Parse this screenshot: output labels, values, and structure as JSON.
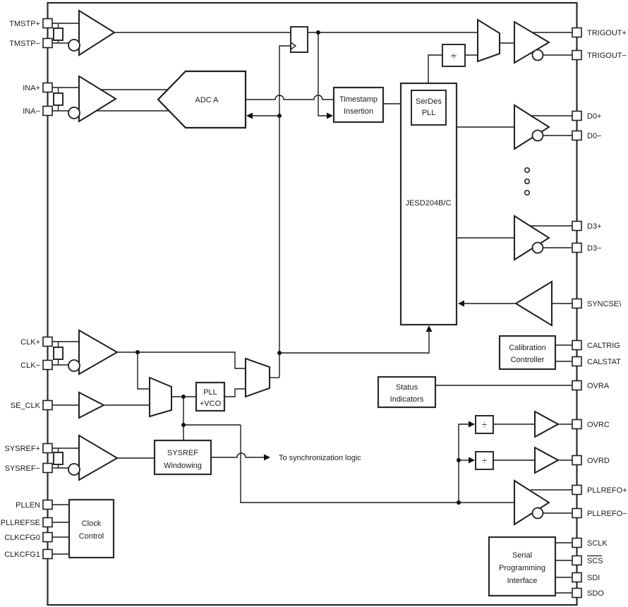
{
  "figure": {
    "background": "#ffffff",
    "line_color": "#1a1a1a",
    "type": "functional-block-diagram"
  },
  "pins": {
    "left": [
      {
        "label": "TMSTP+"
      },
      {
        "label": "TMSTP−"
      },
      {
        "label": "INA+"
      },
      {
        "label": "INA−"
      },
      {
        "label": "CLK+"
      },
      {
        "label": "CLK−"
      },
      {
        "label": "SE_CLK"
      },
      {
        "label": "SYSREF+"
      },
      {
        "label": "SYSREF−"
      },
      {
        "label": "PLLEN"
      },
      {
        "label": "PLLREFSE"
      },
      {
        "label": "CLKCFG0"
      },
      {
        "label": "CLKCFG1"
      }
    ],
    "right": [
      {
        "label": "TRIGOUT+"
      },
      {
        "label": "TRIGOUT−"
      },
      {
        "label": "D0+"
      },
      {
        "label": "D0−"
      },
      {
        "label": "D3+"
      },
      {
        "label": "D3−"
      },
      {
        "label": "SYNCSE\\"
      },
      {
        "label": "CALTRIG"
      },
      {
        "label": "CALSTAT"
      },
      {
        "label": "OVRA"
      },
      {
        "label": "OVRC"
      },
      {
        "label": "OVRD"
      },
      {
        "label": "PLLREFO+"
      },
      {
        "label": "PLLREFO−"
      },
      {
        "label": "SCLK"
      },
      {
        "label": "SCS"
      },
      {
        "label": "SDI"
      },
      {
        "label": "SDO"
      }
    ]
  },
  "blocks": {
    "adc_a": {
      "label": "ADC A"
    },
    "timestamp": {
      "lines": [
        "Timestamp",
        "Insertion"
      ]
    },
    "jesd": {
      "label": "JESD204B/C"
    },
    "serdes_pll": {
      "lines": [
        "SerDes",
        "PLL"
      ]
    },
    "trig_divider": {
      "symbol": "÷"
    },
    "ovrc_divider": {
      "symbol": "÷"
    },
    "ovrd_divider": {
      "symbol": "÷"
    },
    "calibration": {
      "lines": [
        "Calibration",
        "Controller"
      ]
    },
    "status": {
      "lines": [
        "Status",
        "Indicators"
      ]
    },
    "pll_vco": {
      "lines": [
        "PLL",
        "+VCO"
      ]
    },
    "sysref_windowing": {
      "lines": [
        "SYSREF",
        "Windowing"
      ]
    },
    "clock_control": {
      "lines": [
        "Clock",
        "Control"
      ]
    },
    "spi": {
      "lines": [
        "Serial",
        "Programming",
        "Interface"
      ]
    }
  },
  "annotations": {
    "sync_note": "To synchronization logic"
  }
}
